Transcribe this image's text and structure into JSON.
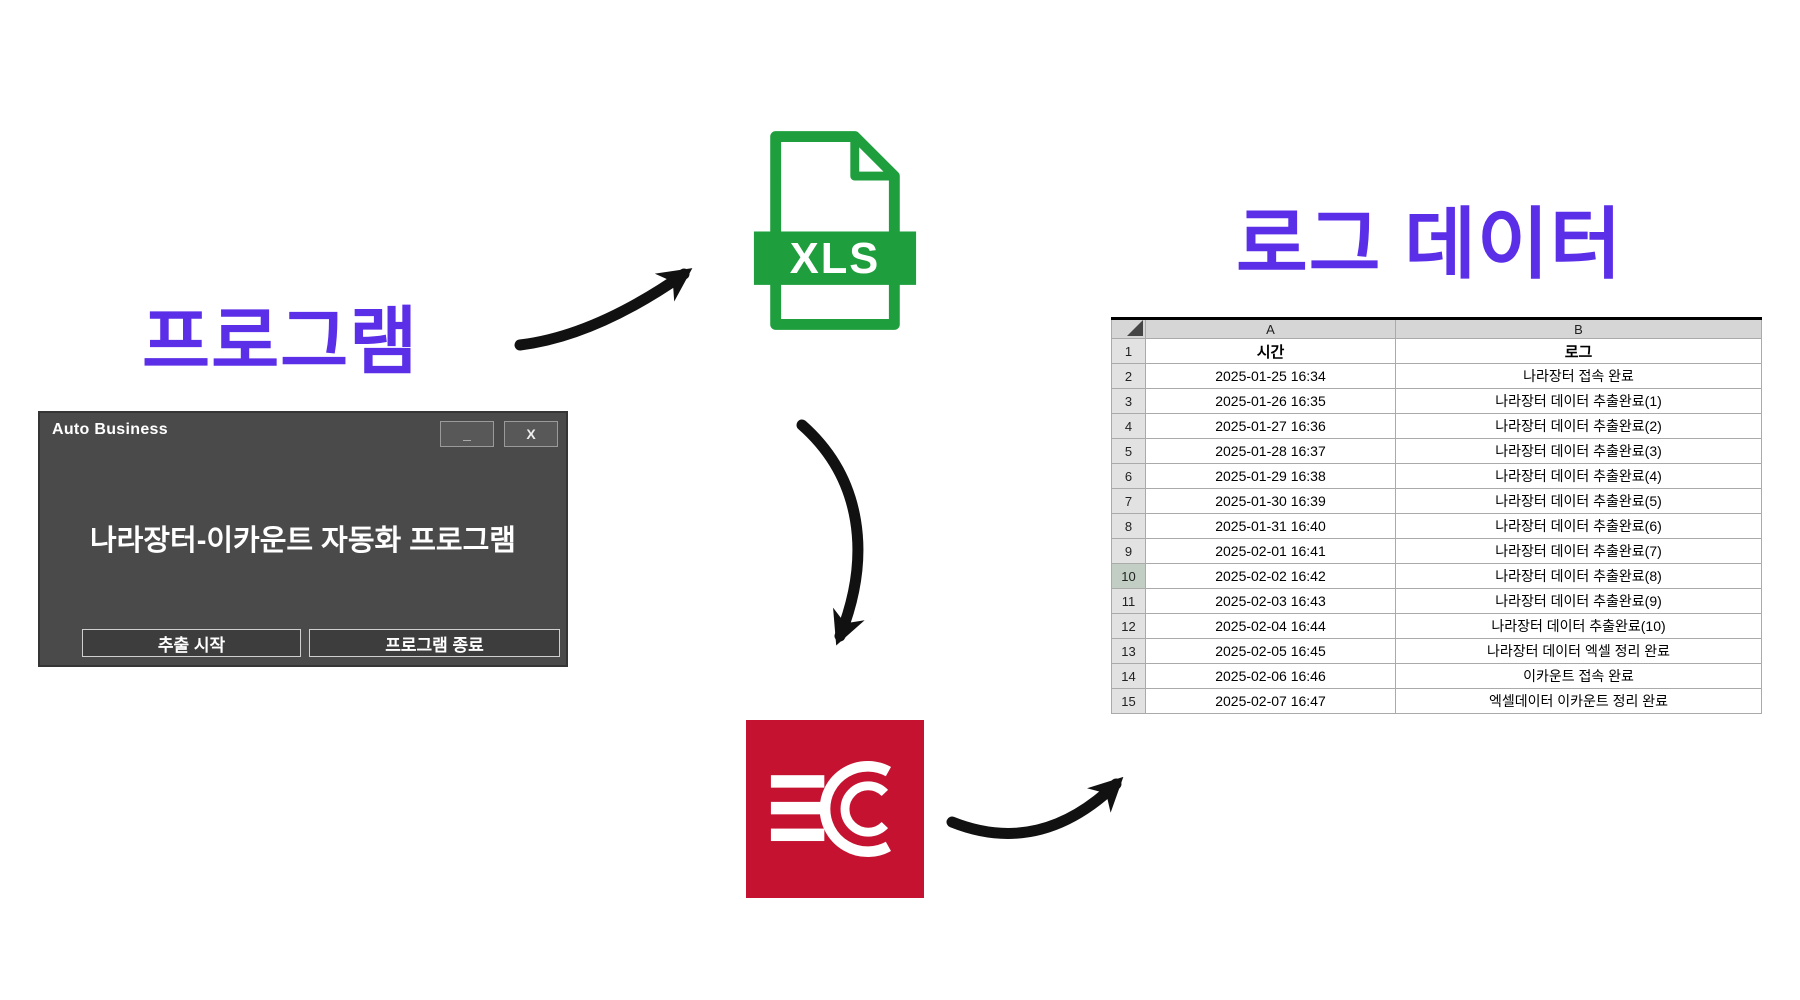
{
  "headings": {
    "program": "프로그램",
    "log_data": "로그 데이터"
  },
  "app_window": {
    "title": "Auto Business",
    "minimize_label": "_",
    "close_label": "X",
    "main_title": "나라장터-이카운트 자동화 프로그램",
    "start_button": "추출 시작",
    "exit_button": "프로그램 종료"
  },
  "icons": {
    "xls_label": "XLS",
    "ec_logo": "ecount-logo"
  },
  "colors": {
    "accent_purple": "#5B2EE8",
    "xls_green": "#1E9E3C",
    "ec_red": "#C41230",
    "window_gray": "#4A4A4A"
  },
  "spreadsheet": {
    "columns": [
      "A",
      "B"
    ],
    "selected_row": "10",
    "header_row": {
      "num": "1",
      "time": "시간",
      "log": "로그"
    },
    "rows": [
      {
        "num": "2",
        "time": "2025-01-25 16:34",
        "log": "나라장터 접속 완료"
      },
      {
        "num": "3",
        "time": "2025-01-26 16:35",
        "log": "나라장터 데이터 추출완료(1)"
      },
      {
        "num": "4",
        "time": "2025-01-27 16:36",
        "log": "나라장터 데이터 추출완료(2)"
      },
      {
        "num": "5",
        "time": "2025-01-28 16:37",
        "log": "나라장터 데이터 추출완료(3)"
      },
      {
        "num": "6",
        "time": "2025-01-29 16:38",
        "log": "나라장터 데이터 추출완료(4)"
      },
      {
        "num": "7",
        "time": "2025-01-30 16:39",
        "log": "나라장터 데이터 추출완료(5)"
      },
      {
        "num": "8",
        "time": "2025-01-31 16:40",
        "log": "나라장터 데이터 추출완료(6)"
      },
      {
        "num": "9",
        "time": "2025-02-01 16:41",
        "log": "나라장터 데이터 추출완료(7)"
      },
      {
        "num": "10",
        "time": "2025-02-02 16:42",
        "log": "나라장터 데이터 추출완료(8)"
      },
      {
        "num": "11",
        "time": "2025-02-03 16:43",
        "log": "나라장터 데이터 추출완료(9)"
      },
      {
        "num": "12",
        "time": "2025-02-04 16:44",
        "log": "나라장터 데이터 추출완료(10)"
      },
      {
        "num": "13",
        "time": "2025-02-05 16:45",
        "log": "나라장터 데이터 엑셀 정리 완료"
      },
      {
        "num": "14",
        "time": "2025-02-06 16:46",
        "log": "이카운트 접속 완료"
      },
      {
        "num": "15",
        "time": "2025-02-07 16:47",
        "log": "엑셀데이터 이카운트 정리 완료"
      }
    ]
  }
}
